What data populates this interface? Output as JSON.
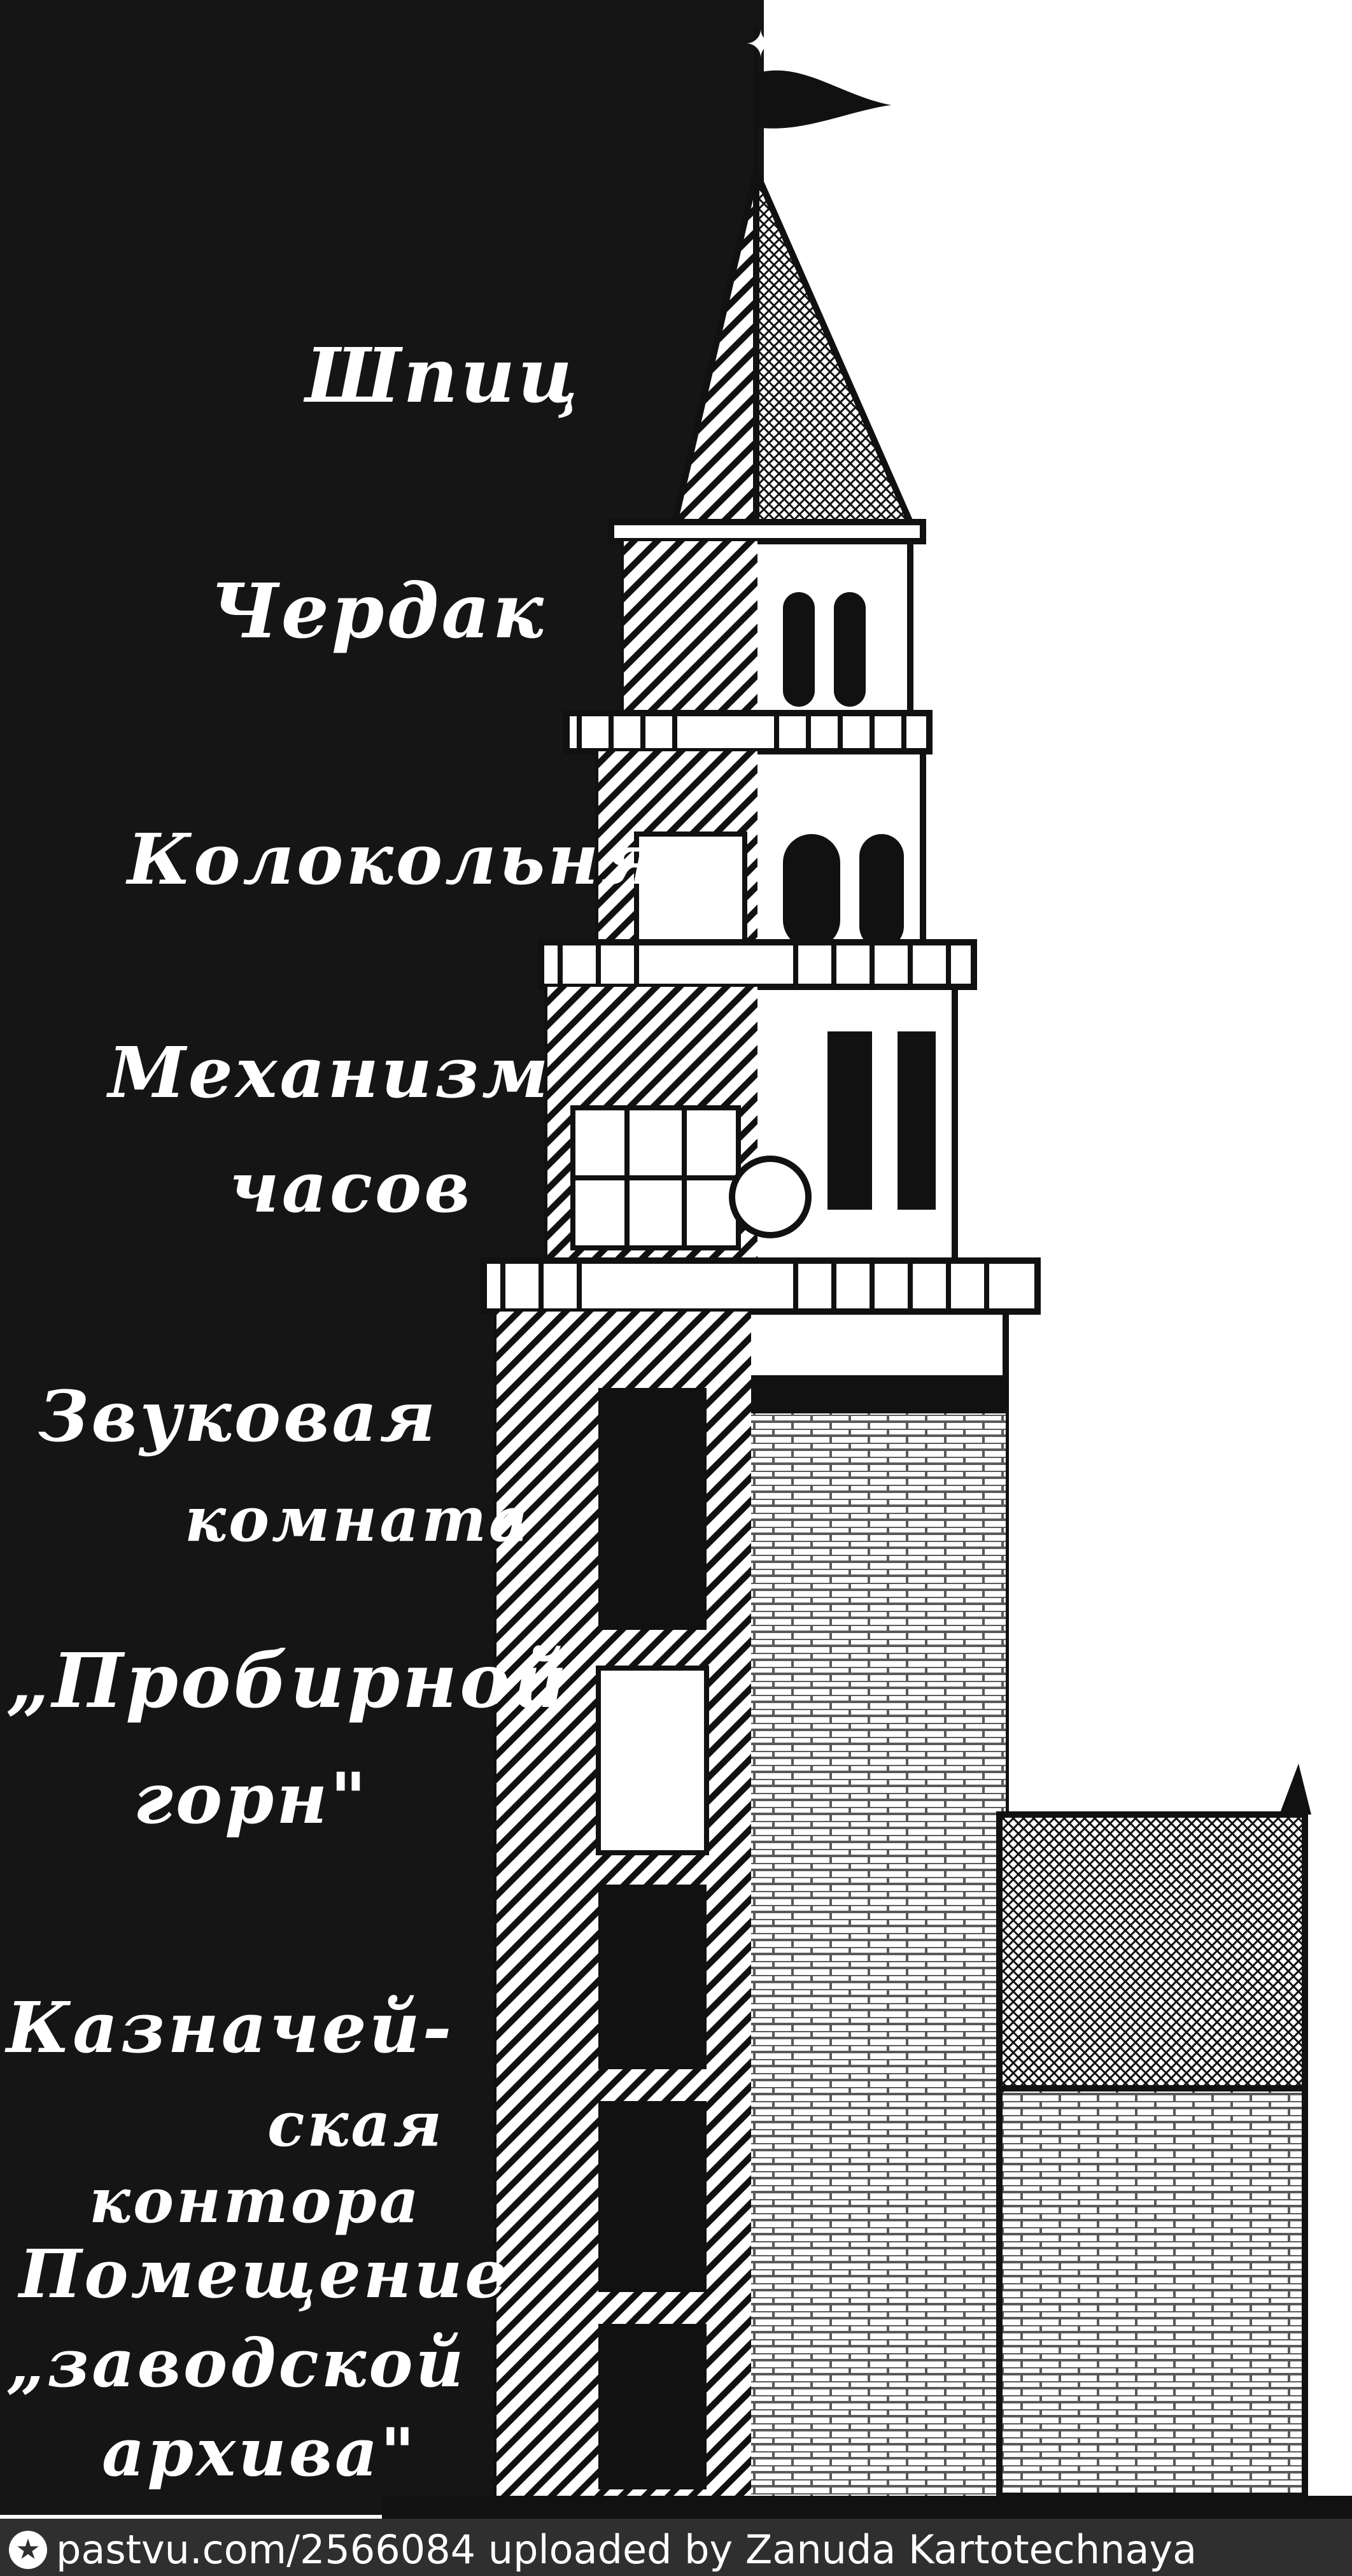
{
  "labels": {
    "spire": "Шпиц",
    "attic": "Чердак",
    "belfry": "Колокольня",
    "clock_mechanism_1": "Механизм",
    "clock_mechanism_2": "часов",
    "sound_room_1": "Звуковая",
    "sound_room_2": "комната",
    "assay_1": "„Пробирной",
    "assay_2": "горн\"",
    "treasury_1": "Казначей-",
    "treasury_2": "ская",
    "treasury_3": "контора",
    "archive_1": "Помещение",
    "archive_2": "„заводской",
    "archive_3": "архива\""
  },
  "footer": {
    "icon": "star-icon",
    "text": "pastvu.com/2566084  uploaded by Zanuda Kartotechnaya"
  },
  "colors": {
    "background": "#151515",
    "ink": "#111111",
    "paper": "#ffffff",
    "footer": "#2f2f2f"
  }
}
